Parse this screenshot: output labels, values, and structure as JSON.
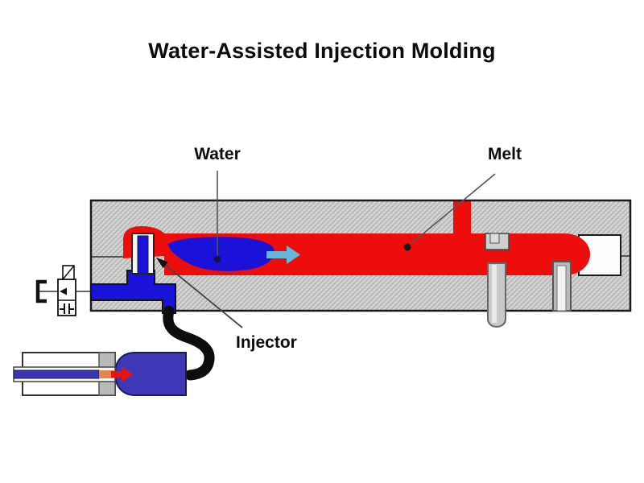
{
  "title": "Water-Assisted Injection Molding",
  "labels": {
    "water": "Water",
    "melt": "Melt",
    "injector": "Injector"
  },
  "colors": {
    "melt_red": "#ee0d0d",
    "water_blue": "#1a12d8",
    "accumulator_blue": "#3e37b6",
    "rod_core_blue": "#3a33bb",
    "flow_arrow_blue": "#64b8db",
    "piston_arrow_red": "#e81212",
    "piston_arrow_orange": "#e2854f",
    "mold_gray": "#d7d7d7",
    "pin_gray": "#c9c9c9",
    "outline_black": "#141414",
    "leader_gray": "#555555"
  }
}
